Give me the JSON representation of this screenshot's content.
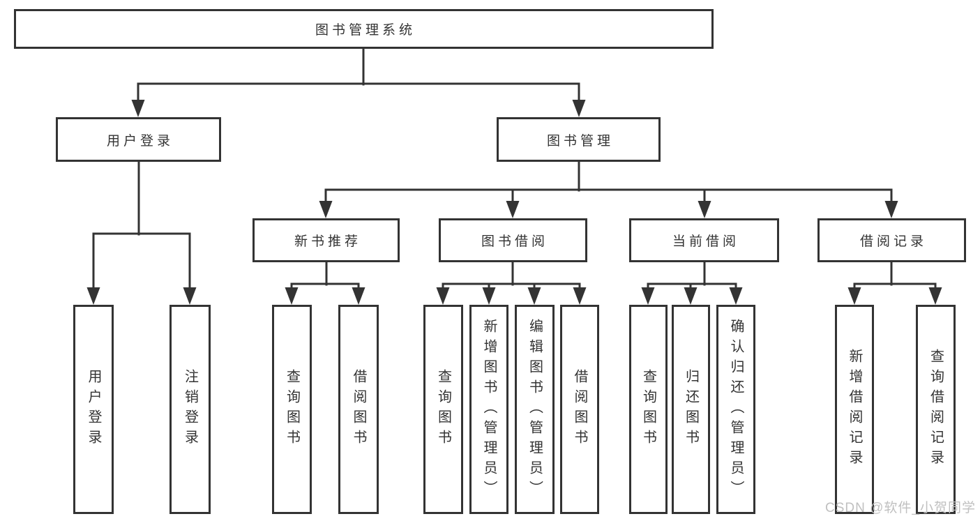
{
  "diagram_title": "图书管理系统",
  "nodes": {
    "root": {
      "label": "图书管理系统"
    },
    "user_login": {
      "label": "用户登录"
    },
    "book_mgmt": {
      "label": "图书管理"
    },
    "login": {
      "label": "用户登录"
    },
    "logout": {
      "label": "注销登录"
    },
    "new_books": {
      "label": "新书推荐"
    },
    "book_borrow": {
      "label": "图书借阅"
    },
    "current_borrow": {
      "label": "当前借阅"
    },
    "borrow_records": {
      "label": "借阅记录"
    },
    "nb_query": {
      "label": "查询图书"
    },
    "nb_borrow": {
      "label": "借阅图书"
    },
    "bb_query": {
      "label": "查询图书"
    },
    "bb_add": {
      "label": "新增图书（管理员）"
    },
    "bb_edit": {
      "label": "编辑图书（管理员）"
    },
    "bb_borrow": {
      "label": "借阅图书"
    },
    "cb_query": {
      "label": "查询图书"
    },
    "cb_return": {
      "label": "归还图书"
    },
    "cb_confirm": {
      "label": "确认归还（管理员）"
    },
    "br_add": {
      "label": "新增借阅记录"
    },
    "br_query": {
      "label": "查询借阅记录"
    }
  },
  "tree": {
    "root": [
      "user_login",
      "book_mgmt"
    ],
    "user_login": [
      "login",
      "logout"
    ],
    "book_mgmt": [
      "new_books",
      "book_borrow",
      "current_borrow",
      "borrow_records"
    ],
    "new_books": [
      "nb_query",
      "nb_borrow"
    ],
    "book_borrow": [
      "bb_query",
      "bb_add",
      "bb_edit",
      "bb_borrow"
    ],
    "current_borrow": [
      "cb_query",
      "cb_return",
      "cb_confirm"
    ],
    "borrow_records": [
      "br_add",
      "br_query"
    ]
  },
  "watermark": "CSDN @软件_小贺同学",
  "colors": {
    "line": "#333333",
    "box_border": "#333333",
    "text": "#333333",
    "background": "#ffffff",
    "watermark": "#c0c0c0"
  }
}
